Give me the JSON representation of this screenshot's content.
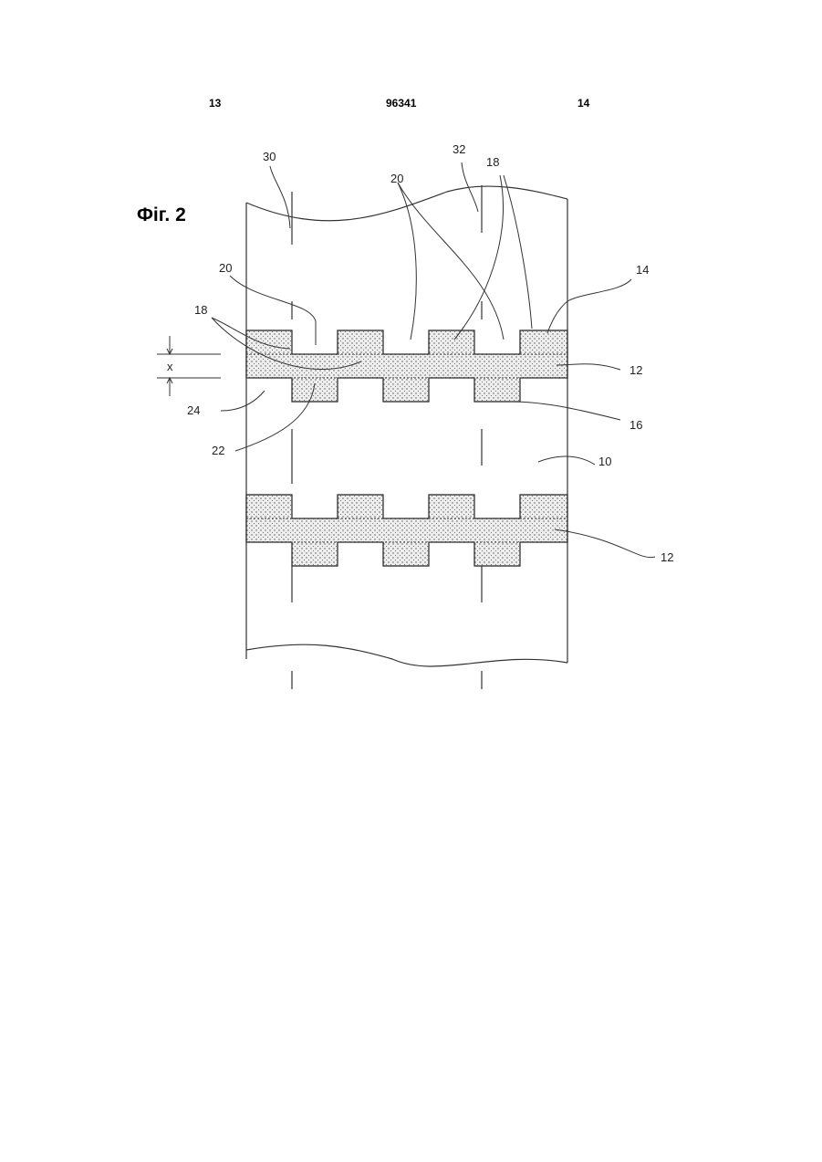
{
  "header": {
    "page_left": "13",
    "patent_number": "96341",
    "page_right": "14"
  },
  "figure": {
    "title": "Фіг. 2",
    "refs": {
      "r30": "30",
      "r32": "32",
      "r18a": "18",
      "r18b": "18",
      "r20a": "20",
      "r20b": "20",
      "r14": "14",
      "r12a": "12",
      "r12b": "12",
      "r16": "16",
      "r10": "10",
      "r22": "22",
      "r24": "24",
      "rx": "x"
    }
  }
}
